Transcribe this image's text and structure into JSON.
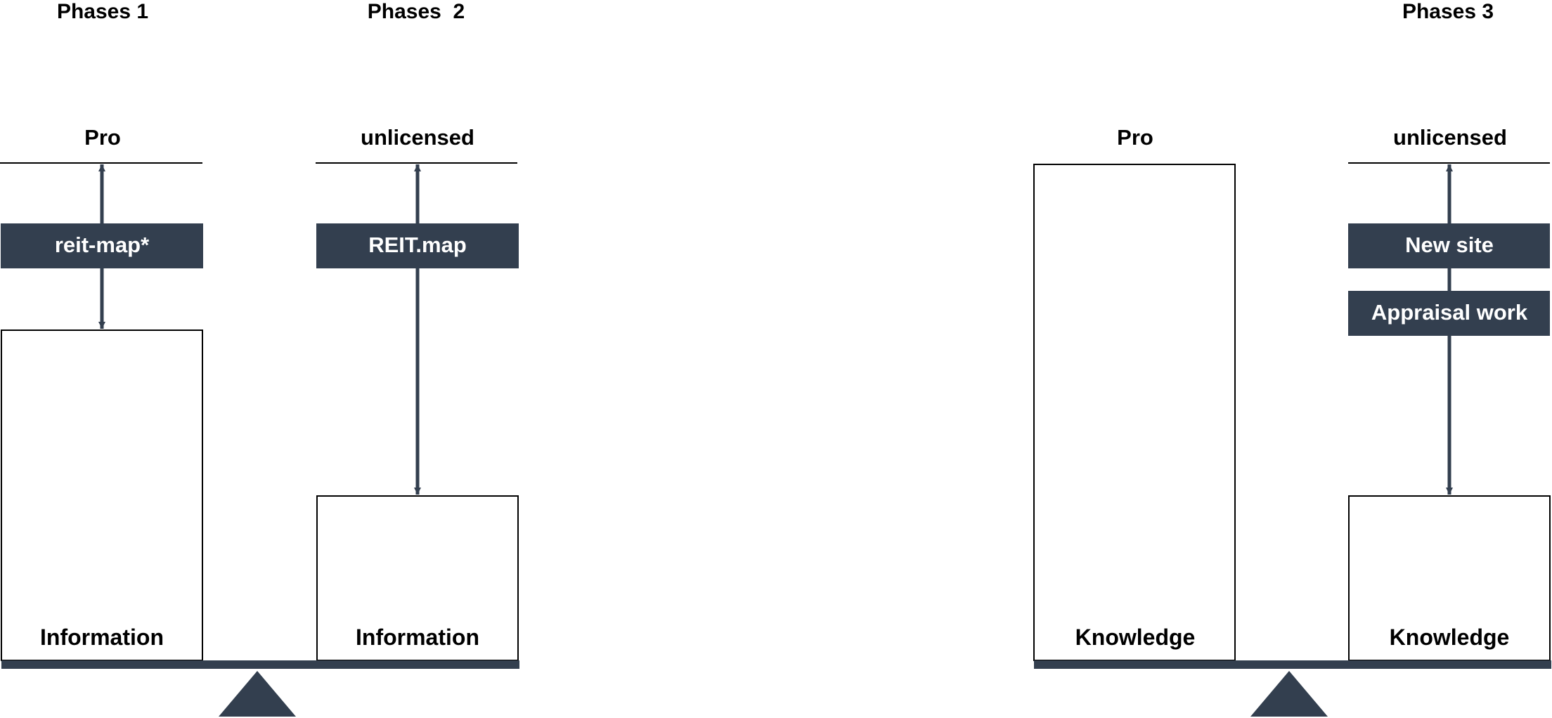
{
  "colors": {
    "dark": "#333f4f",
    "box_stroke": "#000000",
    "text": "#000000",
    "tag_text": "#ffffff"
  },
  "phases": {
    "p1": "Phases 1",
    "p2": "Phases  2",
    "p3": "Phases 3"
  },
  "left": {
    "pro_label": "Pro",
    "unlicensed_label": "unlicensed",
    "tag_pro": "reit-map*",
    "tag_unlicensed": "REIT.map",
    "box_pro_label": "Information",
    "box_unlicensed_label": "Information"
  },
  "right": {
    "pro_label": "Pro",
    "unlicensed_label": "unlicensed",
    "tag_new_site": "New site",
    "tag_appraisal": "Appraisal work",
    "box_pro_label": "Knowledge",
    "box_unlicensed_label": "Knowledge"
  }
}
